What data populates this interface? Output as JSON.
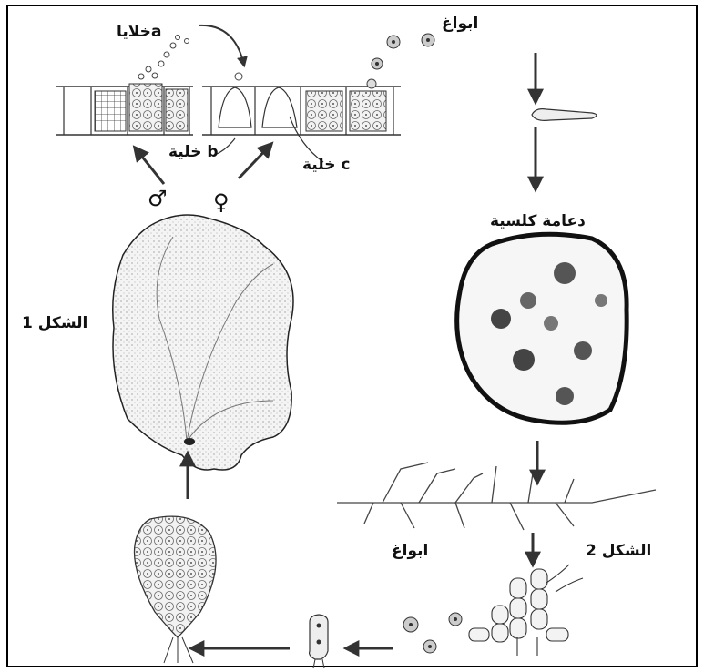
{
  "labels": {
    "cells_a": "خلاياa",
    "spores_top": "ابواغ",
    "cell_b": "خلية b",
    "cell_c": "خلية c",
    "male_symbol": "♂",
    "female_symbol": "♀",
    "calcareous_support": "دعامة كلسية",
    "figure_1": "الشكل 1",
    "figure_2": "الشكل 2",
    "spores_bottom": "ابواغ"
  }
}
